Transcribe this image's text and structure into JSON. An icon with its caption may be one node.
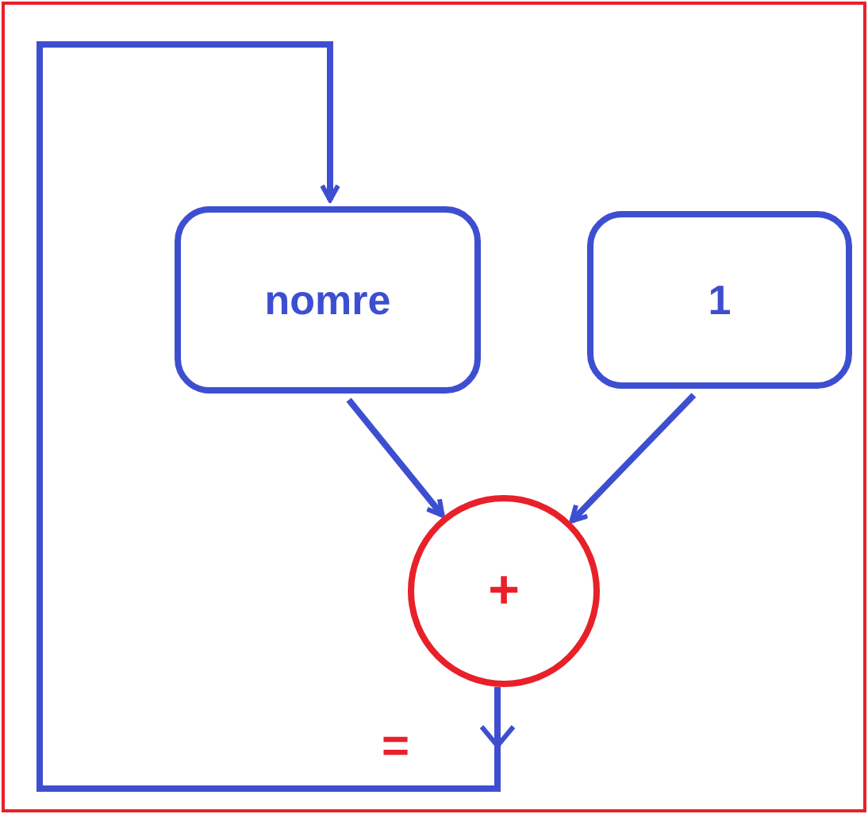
{
  "diagram": {
    "nodes": [
      {
        "text": [
          "nomre"
        ]
      },
      {
        "text": [
          "1"
        ]
      },
      {
        "text": [
          "+"
        ]
      }
    ],
    "edges": [
      {
        "from": 0,
        "to": 2,
        "arrow": "to"
      },
      {
        "from": 1,
        "to": 2,
        "arrow": "to"
      },
      {
        "from": 2,
        "to": 0,
        "arrow": "to",
        "label": "="
      }
    ]
  }
}
